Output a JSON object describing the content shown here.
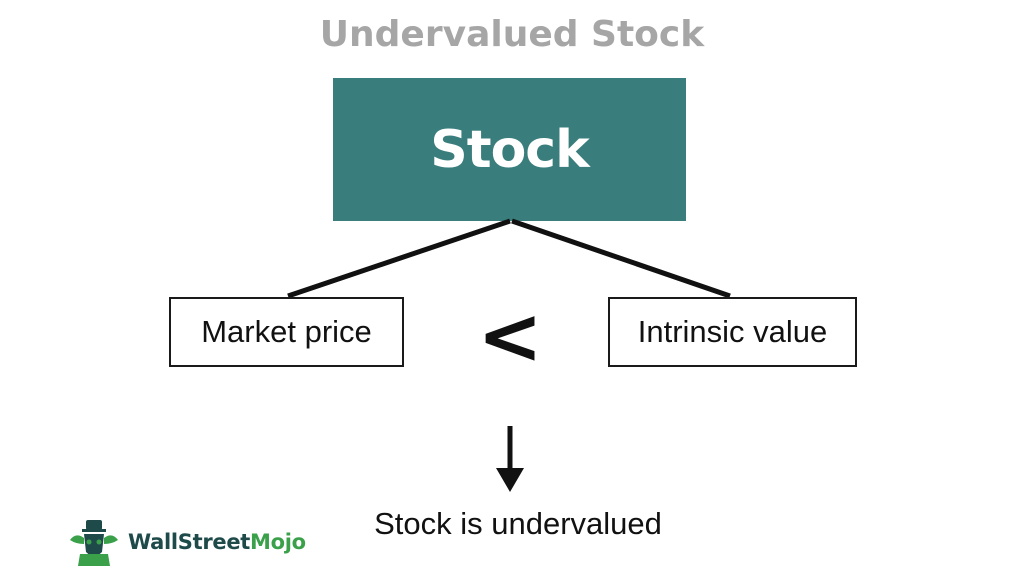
{
  "title": "Undervalued Stock",
  "root": {
    "label": "Stock"
  },
  "left_box": {
    "label": "Market price"
  },
  "operator": "<",
  "right_box": {
    "label": "Intrinsic value"
  },
  "conclusion": "Stock is undervalued",
  "logo": {
    "part1": "WallStreet",
    "part2": "Mojo"
  },
  "colors": {
    "title": "#a6a6a6",
    "root_fill": "#3a7d7d",
    "line": "#111111",
    "logo_dark": "#1f4a4a",
    "logo_green": "#3aa14a"
  }
}
